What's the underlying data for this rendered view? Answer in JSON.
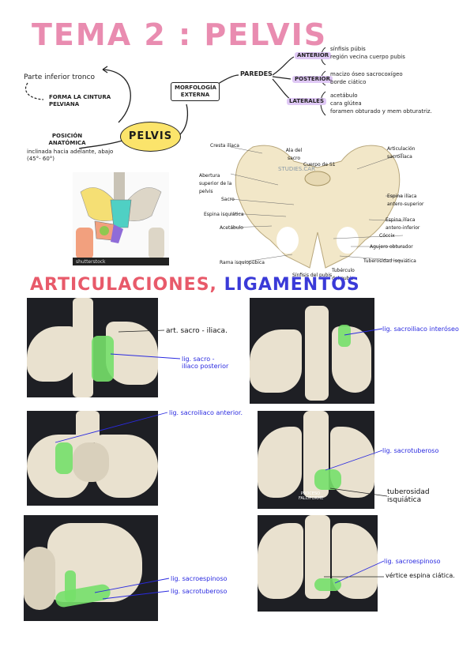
{
  "header": {
    "title": "TEMA 2 : PELVIS"
  },
  "mindmap": {
    "center": "PELVIS",
    "left_top": "Parte inferior tronco",
    "left_mid": "FORMA LA CINTURA PELVIANA",
    "left_bottom_title": "POSICIÓN ANATÓMICA",
    "left_bottom_text": "inclinada hacia adelante, abajo (45°- 60°)",
    "morfo_box": "MORFOLOGÍA EXTERNA",
    "paredes": "PAREDES",
    "anterior": {
      "label": "ANTERIOR",
      "items": [
        "sínfisis púbis",
        "región vecina cuerpo pubis"
      ]
    },
    "posterior": {
      "label": "POSTERIOR",
      "items": [
        "macizo óseo sacrocoxígeo",
        "borde ciático"
      ]
    },
    "laterales": {
      "label": "LATERALES",
      "items": [
        "acetábulo",
        "cara glútea",
        "foramen obturado y mem obturatriz."
      ]
    }
  },
  "small_figure": {
    "watermark": "shutterstock"
  },
  "anatomy_figure": {
    "watermark": "STUDIES.CAR",
    "labels": {
      "cresta_iliaca": "Cresta ilíaca",
      "ala_sacro": "Ala del sacro",
      "cuerpo_s1": "Cuerpo de S1",
      "art_sacroiliaca": "Articulación sacroilíaca",
      "abertura": "Abertura superior de la pelvis",
      "sacro": "Sacro",
      "espina_isquiatica": "Espina isquiática",
      "acetabulo": "Acetábulo",
      "rama_isquiopubica": "Rama isquiopúbica",
      "sinfisis": "Sínfisis del pubis",
      "tuberculo": "Tubérculo del pubis",
      "tuberosidad": "Tuberosidad isquiática",
      "agujero": "Agujero obturador",
      "coccix": "Cóccix",
      "eias": "Espina ilíaca antero-superior",
      "eiai": "Espina ilíaca antero-inferior"
    }
  },
  "section2": {
    "part1": "ARTICULACIONES",
    "comma": ",",
    "part2": "LIGAMENTOS"
  },
  "panels": {
    "p1": {
      "label_black": "art. sacro - iliaca.",
      "label_blue": "lig. sacro - iliaco posterior"
    },
    "p2": {
      "label_blue": "lig. sacroiliaco interóseo"
    },
    "p3": {
      "label_blue": "lig. sacroiliaco anterior."
    },
    "p4": {
      "label_blue": "lig. sacrotuberoso",
      "label_black": "tuberosidad isquiática",
      "inner": "PROCESO FALCIFORME"
    },
    "p5": {
      "label_blue1": "lig. sacroespinoso",
      "label_blue2": "lig. sacrotuberoso"
    },
    "p6": {
      "label_blue": "lig. sacroespinoso",
      "label_black": "vértice espina ciática."
    }
  },
  "colors": {
    "title": "#e98cb0",
    "highlight": "#dfc8f5",
    "pelvis": "#fbe46b",
    "ligament": "#75e06a",
    "blue_label": "#2a2ae0",
    "art_red": "#e85a6a",
    "lig_blue": "#3a3ad8"
  }
}
